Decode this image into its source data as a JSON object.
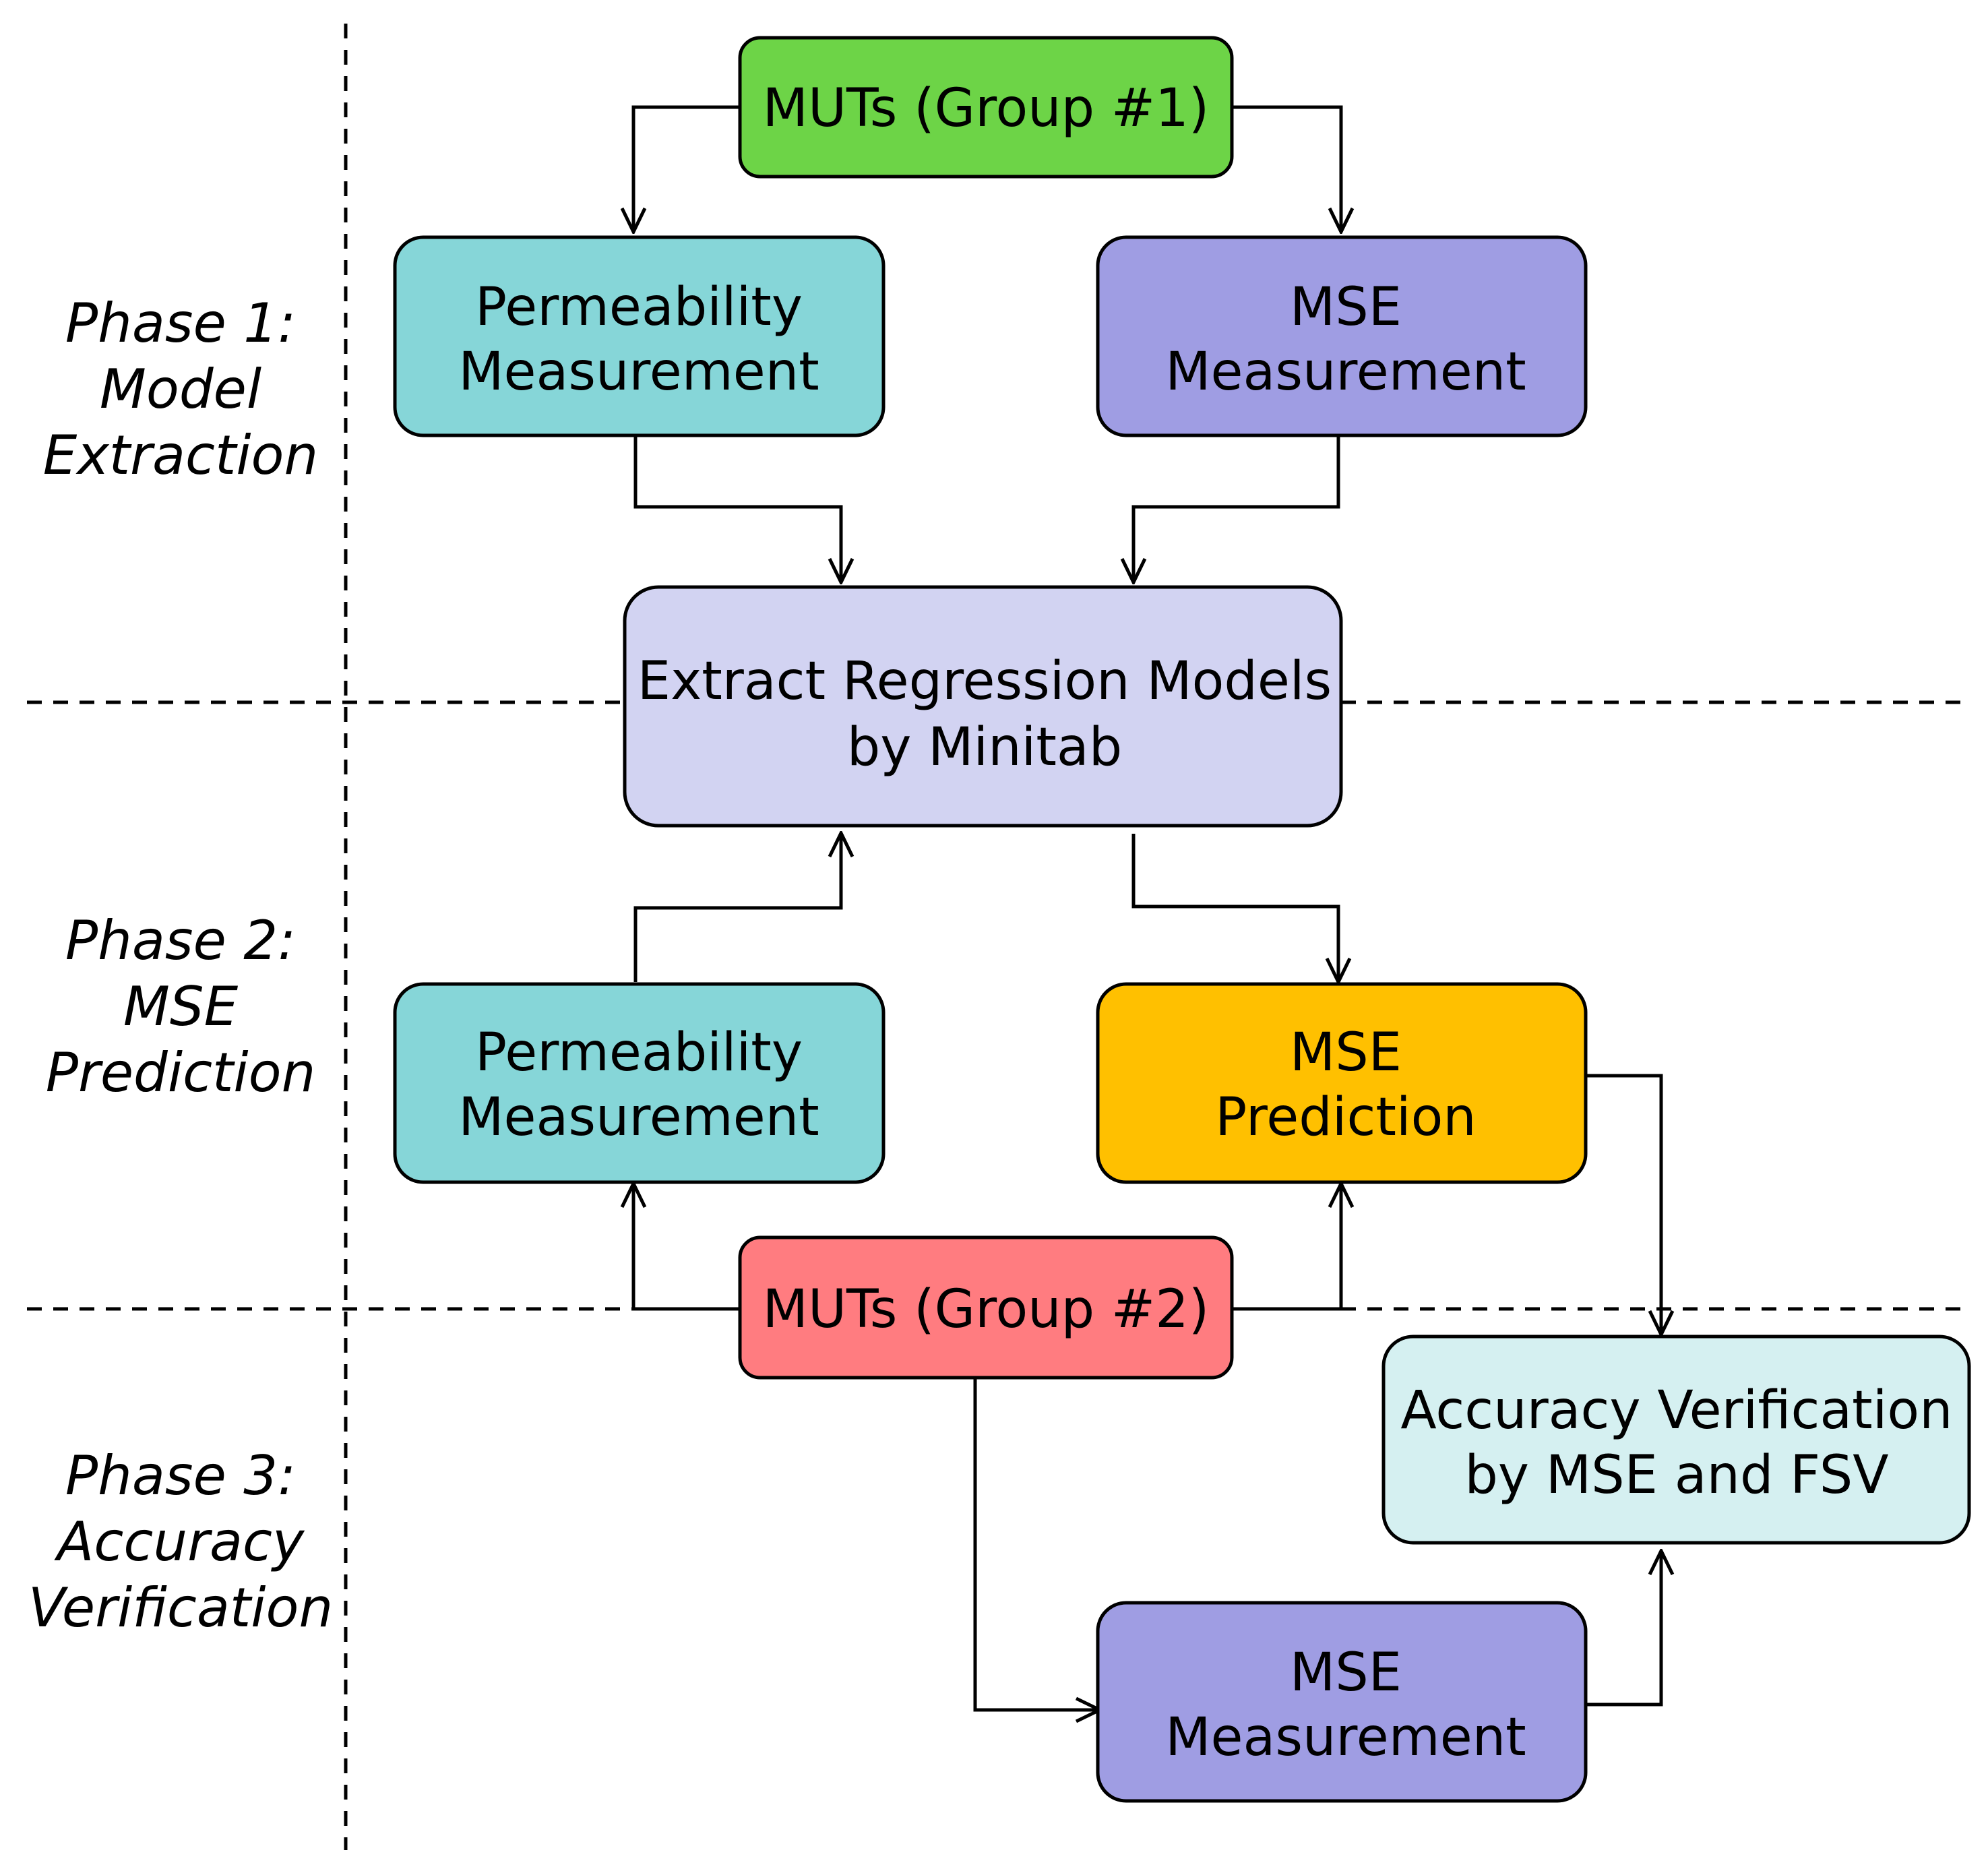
{
  "phases": [
    {
      "id": "phase1",
      "lines": [
        "Phase 1:",
        "Model",
        "Extraction"
      ]
    },
    {
      "id": "phase2",
      "lines": [
        "Phase 2:",
        "MSE",
        "Prediction"
      ]
    },
    {
      "id": "phase3",
      "lines": [
        "Phase 3:",
        "Accuracy",
        "Verification"
      ]
    }
  ],
  "nodes": {
    "muts_group1": {
      "lines": [
        "MUTs (Group #1)"
      ],
      "color": "#6dd447"
    },
    "perm_meas_1": {
      "lines": [
        "Permeability",
        "Measurement"
      ],
      "color": "#86d6d8"
    },
    "mse_meas_1": {
      "lines": [
        "MSE",
        "Measurement"
      ],
      "color": "#9f9de3"
    },
    "extract_models": {
      "lines": [
        "Extract Regression Models",
        "by Minitab"
      ],
      "color": "#d2d3f2"
    },
    "perm_meas_2": {
      "lines": [
        "Permeability",
        "Measurement"
      ],
      "color": "#86d6d8"
    },
    "mse_prediction": {
      "lines": [
        "MSE",
        "Prediction"
      ],
      "color": "#ffc000"
    },
    "muts_group2": {
      "lines": [
        "MUTs (Group #2)"
      ],
      "color": "#ff7c80"
    },
    "accuracy_verif": {
      "lines": [
        "Accuracy Verification",
        "by MSE and FSV"
      ],
      "color": "#d5f0f1"
    },
    "mse_meas_2": {
      "lines": [
        "MSE",
        "Measurement"
      ],
      "color": "#9f9de3"
    }
  }
}
